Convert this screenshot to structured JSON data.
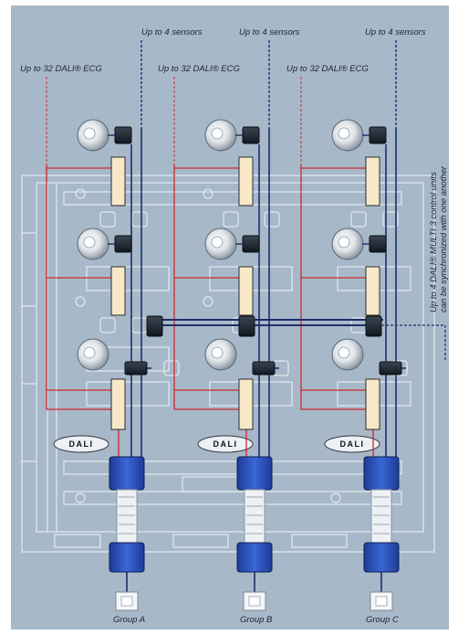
{
  "labels": {
    "sensors_a": "Up to 4 sensors",
    "sensors_b": "Up to 4 sensors",
    "sensors_c": "Up to 4 sensors",
    "ecg_a": "Up to 32 DALI® ECG",
    "ecg_b": "Up to 32 DALI® ECG",
    "ecg_c": "Up to 32 DALI® ECG",
    "sync_line1": "Up to 4 DALI® MULTI 3 control units",
    "sync_line2": "can be synchronized with one another",
    "dali_logo": "DALI",
    "group_a": "Group A",
    "group_b": "Group B",
    "group_c": "Group C"
  },
  "colors": {
    "background": "#a7b8c9",
    "frame": "#e9edf1",
    "bus_line": "#1e2d6b",
    "ecg_line": "#cc2a2a",
    "control_unit": "#2a4fb8",
    "luminaire_panel": "#f7e8c8"
  }
}
